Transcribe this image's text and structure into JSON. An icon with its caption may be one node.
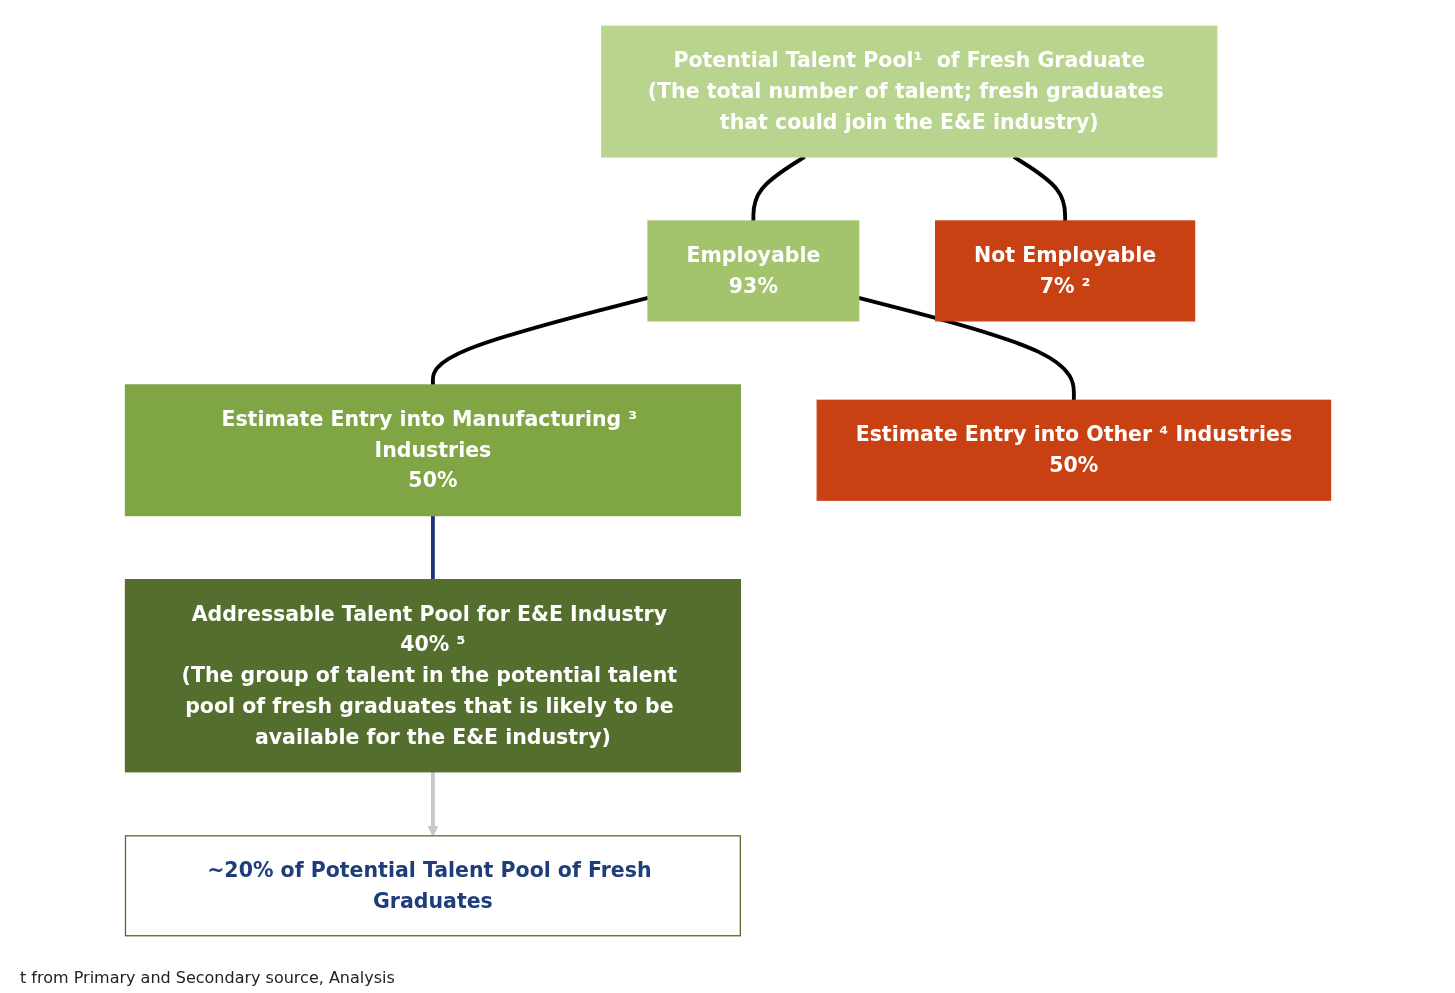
{
  "diagram": {
    "nodes": [
      {
        "text": [
          "Potential Talent Pool¹  of Fresh Graduate",
          "(The total number of talent; fresh graduates that could join the E&E industry)"
        ]
      },
      {
        "text": [
          "Employable",
          "93%"
        ]
      },
      {
        "text": [
          "Not Employable",
          "7% ²"
        ]
      },
      {
        "text": [
          "Estimate Entry into Manufacturing ³ Industries",
          "50%"
        ]
      },
      {
        "text": [
          "Estimate Entry into Other ⁴ Industries",
          "50%"
        ]
      },
      {
        "text": [
          "Addressable Talent Pool for E&E Industry 40% ⁵",
          "(The group of talent in the potential talent pool of fresh graduates that is likely to be available for the E&E industry)"
        ]
      },
      {
        "text": [
          "~20% of Potential Talent Pool of Fresh Graduates"
        ]
      }
    ],
    "edges": [
      {
        "from": 0,
        "to": 1,
        "arrow": "none"
      },
      {
        "from": 0,
        "to": 2,
        "arrow": "none"
      },
      {
        "from": 1,
        "to": 3,
        "arrow": "none"
      },
      {
        "from": 1,
        "to": 4,
        "arrow": "none"
      },
      {
        "from": 3,
        "to": 5,
        "arrow": "none",
        "color": "#1f3478"
      },
      {
        "from": 5,
        "to": 6,
        "arrow": "to",
        "color": "#c6c7cb"
      }
    ],
    "labels": [
      "t from Primary and Secondary source, Analysis"
    ]
  }
}
